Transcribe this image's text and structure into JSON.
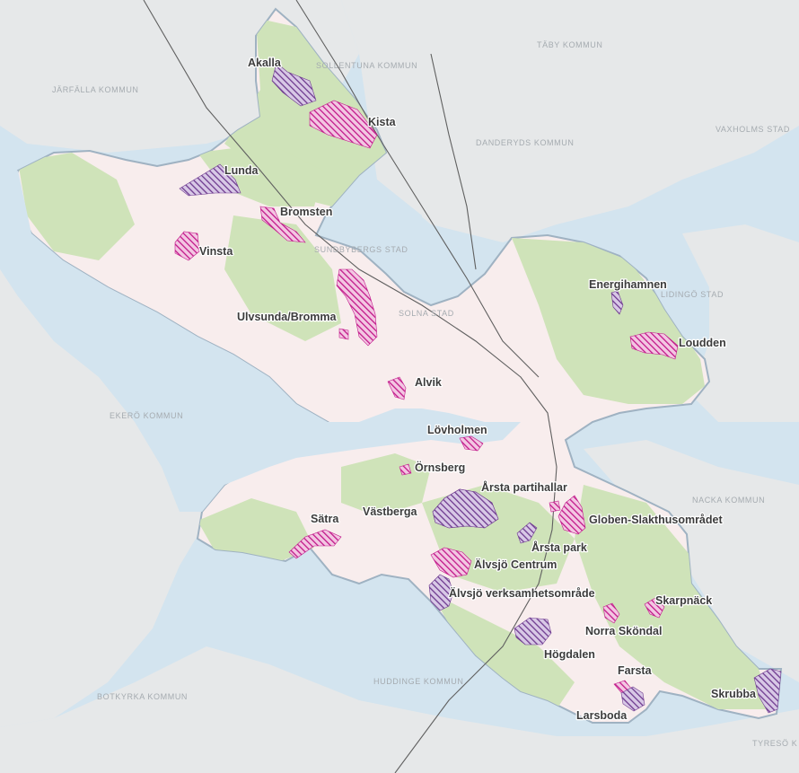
{
  "colors": {
    "water": "#d3e4ef",
    "land": "#e6e8e9",
    "city_fill": "#f8eded",
    "city_border": "#9fb2c2",
    "green": "#cfe3b9",
    "hatch_magenta": "#c2188a",
    "hatch_purple": "#6e3a8f",
    "rail": "#606060"
  },
  "municipalities": [
    {
      "id": "jarfalla",
      "name": "JÄRFÄLLA KOMMUN"
    },
    {
      "id": "sollentuna",
      "name": "SOLLENTUNA KOMMUN"
    },
    {
      "id": "taby",
      "name": "TÄBY KOMMUN"
    },
    {
      "id": "danderyd",
      "name": "DANDERYDS KOMMUN"
    },
    {
      "id": "vaxholm",
      "name": "VAXHOLMS STAD"
    },
    {
      "id": "sundbyberg",
      "name": "SUNDBYBERGS STAD"
    },
    {
      "id": "solna",
      "name": "SOLNA STAD"
    },
    {
      "id": "lidingo",
      "name": "LIDINGÖ STAD"
    },
    {
      "id": "ekero",
      "name": "EKERÖ KOMMUN"
    },
    {
      "id": "nacka",
      "name": "NACKA KOMMUN"
    },
    {
      "id": "huddinge",
      "name": "HUDDINGE KOMMUN"
    },
    {
      "id": "botkyrka",
      "name": "BOTKYRKA KOMMUN"
    },
    {
      "id": "tyreso",
      "name": "TYRESÖ K"
    }
  ],
  "areas": [
    {
      "id": "akalla",
      "name": "Akalla",
      "hatch": "purple"
    },
    {
      "id": "kista",
      "name": "Kista",
      "hatch": "magenta"
    },
    {
      "id": "lunda",
      "name": "Lunda",
      "hatch": "purple"
    },
    {
      "id": "bromsten",
      "name": "Bromsten",
      "hatch": "magenta"
    },
    {
      "id": "vinsta",
      "name": "Vinsta",
      "hatch": "magenta"
    },
    {
      "id": "ulvsunda",
      "name": "Ulvsunda/Bromma",
      "hatch": "magenta"
    },
    {
      "id": "energihamnen",
      "name": "Energihamnen",
      "hatch": "purple"
    },
    {
      "id": "loudden",
      "name": "Loudden",
      "hatch": "magenta"
    },
    {
      "id": "alvik",
      "name": "Alvik",
      "hatch": "magenta"
    },
    {
      "id": "lovholmen",
      "name": "Lövholmen",
      "hatch": "magenta"
    },
    {
      "id": "ornsberg",
      "name": "Örnsberg",
      "hatch": "magenta"
    },
    {
      "id": "arsta-partihallar",
      "name": "Årsta partihallar",
      "hatch": "purple"
    },
    {
      "id": "vastberga",
      "name": "Västberga",
      "hatch": "purple"
    },
    {
      "id": "globen",
      "name": "Globen-Slakthusområdet",
      "hatch": "magenta"
    },
    {
      "id": "satra",
      "name": "Sätra",
      "hatch": "magenta"
    },
    {
      "id": "arsta-park",
      "name": "Årsta park",
      "hatch": "purple"
    },
    {
      "id": "alvsjo-centrum",
      "name": "Älvsjö Centrum",
      "hatch": "magenta"
    },
    {
      "id": "alvsjo-verksamhet",
      "name": "Älvsjö verksamhetsområde",
      "hatch": "purple"
    },
    {
      "id": "skarpnack",
      "name": "Skarpnäck",
      "hatch": "magenta"
    },
    {
      "id": "norra-skondal",
      "name": "Norra Sköndal",
      "hatch": "magenta"
    },
    {
      "id": "hogdalen",
      "name": "Högdalen",
      "hatch": "purple"
    },
    {
      "id": "farsta",
      "name": "Farsta",
      "hatch": "magenta"
    },
    {
      "id": "skrubba",
      "name": "Skrubba",
      "hatch": "purple"
    },
    {
      "id": "larsboda",
      "name": "Larsboda",
      "hatch": "purple"
    }
  ]
}
